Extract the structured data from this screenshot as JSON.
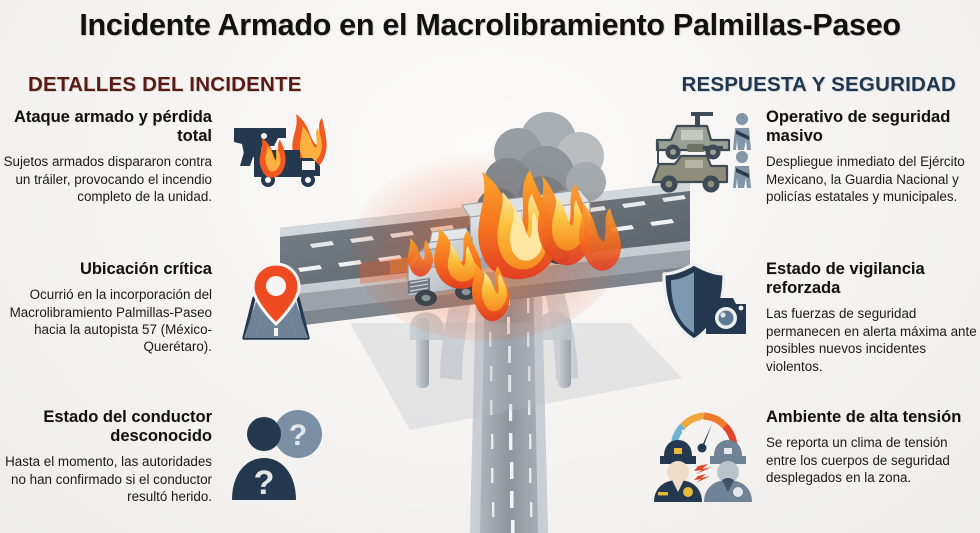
{
  "title": "Incidente Armado en el Macrolibramiento Palmillas-Paseo",
  "sections": {
    "left_header": "DETALLES DEL INCIDENTE",
    "right_header": "RESPUESTA Y SEGURIDAD"
  },
  "left_blocks": [
    {
      "title": "Ataque armado y pérdida total",
      "body": "Sujetos armados dispararon contra un tráiler, provocando el incendio completo de la unidad.",
      "icon": "pistol-burning-truck-icon"
    },
    {
      "title": "Ubicación crítica",
      "body": "Ocurrió en la incorporación del Macrolibramiento Palmillas-Paseo hacia la autopista 57 (México-Querétaro).",
      "icon": "map-pin-road-icon"
    },
    {
      "title": "Estado del conductor desconocido",
      "body": "Hasta el momento, las autoridades no han confirmado si el conductor resultó herido.",
      "icon": "unknown-person-question-icon"
    }
  ],
  "right_blocks": [
    {
      "title": "Operativo de seguridad masivo",
      "body": "Despliegue inmediato del Ejército Mexicano, la Guardia Nacional y policías estatales y municipales.",
      "icon": "military-vehicles-soldiers-icon"
    },
    {
      "title": "Estado de vigilancia reforzada",
      "body": "Las fuerzas de seguridad permanecen en alerta máxima ante posibles nuevos incidentes violentos.",
      "icon": "shield-camera-surveillance-icon"
    },
    {
      "title": "Ambiente de alta tensión",
      "body": "Se reporta un clima de tensión entre los cuerpos de seguridad desplegados en la zona.",
      "icon": "police-officers-tension-gauge-icon"
    }
  ],
  "central_illustration": {
    "name": "burning-truck-highway-interchange-illustration",
    "description": "Vista isométrica de un paso a desnivel con un tráiler en llamas y humo negro"
  },
  "colors": {
    "background": "#f6f5f3",
    "title_text": "#111111",
    "left_header": "#5a1a15",
    "right_header": "#21374f",
    "icon_navy": "#24394f",
    "icon_slate": "#6a8096",
    "flame_orange": "#f26522",
    "flame_red": "#e8412a",
    "flame_yellow": "#fbbf3c",
    "road_grey": "#8d97a0",
    "asphalt": "#5e666d",
    "smoke_grey": "#6f767c"
  }
}
